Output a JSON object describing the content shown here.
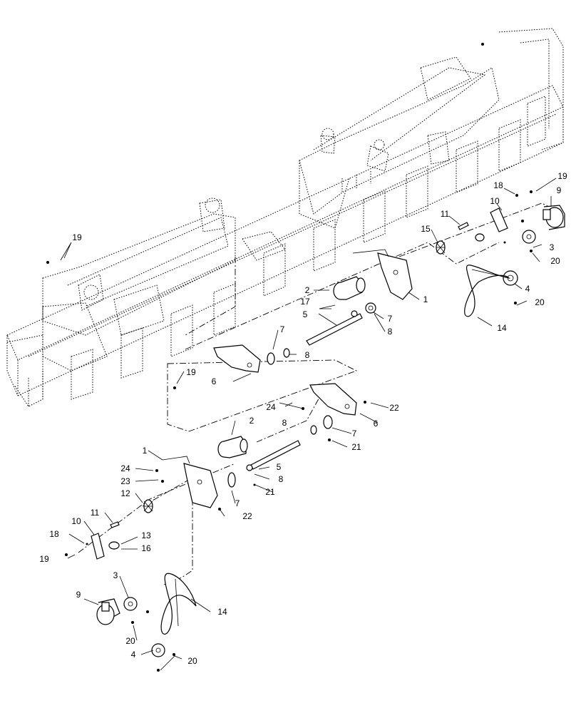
{
  "callouts": {
    "c1_upper": "1",
    "c1_lower": "1",
    "c2_upper": "2",
    "c2_lower": "2",
    "c3_right": "3",
    "c3_left": "3",
    "c4_right": "4",
    "c4_left": "4",
    "c5_upper": "5",
    "c5_lower": "5",
    "c6_upper": "6",
    "c6_lower": "6",
    "c7_a": "7",
    "c7_b": "7",
    "c7_c": "7",
    "c7_d": "7",
    "c8_a": "8",
    "c8_b": "8",
    "c8_c": "8",
    "c8_d": "8",
    "c9_right": "9",
    "c9_left": "9",
    "c10_right": "10",
    "c10_left": "10",
    "c11_right": "11",
    "c11_left": "11",
    "c12": "12",
    "c13": "13",
    "c14_right": "14",
    "c14_left": "14",
    "c15": "15",
    "c16": "16",
    "c17": "17",
    "c18_right": "18",
    "c18_left": "18",
    "c19_a": "19",
    "c19_b": "19",
    "c19_c": "19",
    "c19_d": "19",
    "c20_a": "20",
    "c20_b": "20",
    "c20_c": "20",
    "c20_d": "20",
    "c21_a": "21",
    "c21_b": "21",
    "c22_a": "22",
    "c22_b": "22",
    "c23": "23",
    "c24_a": "24",
    "c24_b": "24"
  }
}
